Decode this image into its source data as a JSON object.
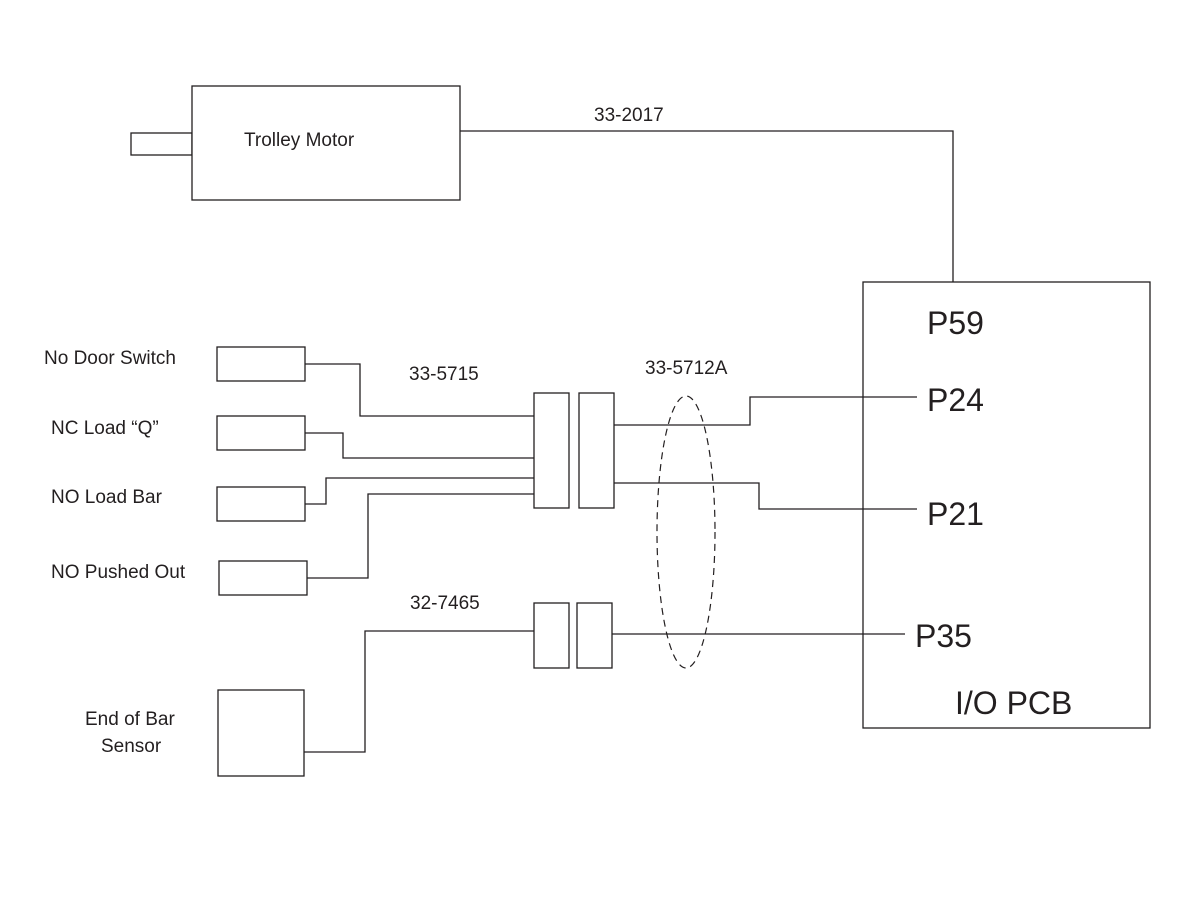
{
  "components": {
    "trolley_motor": "Trolley Motor",
    "io_pcb": "I/O PCB",
    "door_switch": "No Door Switch",
    "load_q": "NC Load “Q”",
    "load_bar": "NO Load Bar",
    "pushed_out": "NO Pushed Out",
    "end_of_bar_line1": "End of Bar",
    "end_of_bar_line2": "Sensor"
  },
  "cables": {
    "motor_cable": "33-2017",
    "switch_harness": "33-5715",
    "bundle": "33-5712A",
    "sensor_cable": "32-7465"
  },
  "connectors": {
    "p59": "P59",
    "p24": "P24",
    "p21": "P21",
    "p35": "P35"
  },
  "colors": {
    "line": "#231f20",
    "background": "#ffffff"
  }
}
